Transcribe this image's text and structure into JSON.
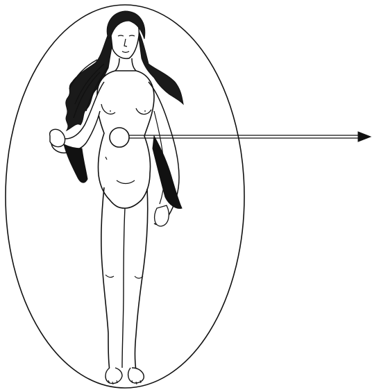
{
  "figure": {
    "subject": "line-drawing-female-figure",
    "stroke_color": "#111111",
    "fill_color": "#ffffff",
    "hair_color": "#1a1a1a",
    "cloth_color": "#111111",
    "aura": {
      "shape": "ellipse"
    },
    "center_marker": {
      "shape": "circle"
    },
    "arrow": {
      "direction": "right"
    }
  }
}
